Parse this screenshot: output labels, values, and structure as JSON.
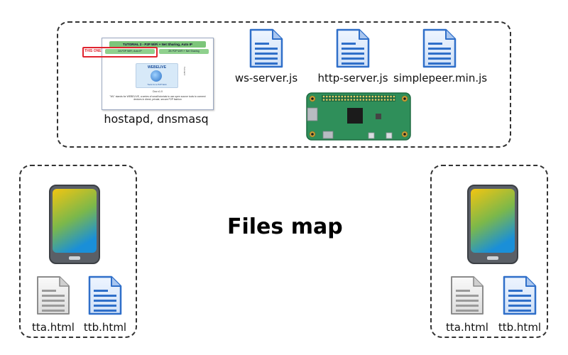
{
  "title": "Files map",
  "server": {
    "tutorial_thumb": {
      "heading": "TUTORIAL 2 - P2P WiFi + Net Sharing, Auto IP",
      "this_one": "THIS ONE",
      "option_a": "2A  P2P WiFi, Auto IP",
      "option_b": "2B  P2P WiFi + Net Sharing",
      "logo_word": "WEBELIVE",
      "logo_caption": "Tools for a P2P Web",
      "side_text": "Tutorial 2",
      "version": "Doc v1.0",
      "note": "\"WL\" stands for WEBELIVE, a series of small tutorials to use open source tools to connect devices in direct, private, secure P2P fashion"
    },
    "hostapd_label": "hostapd, dnsmasq",
    "files": [
      {
        "name": "ws-server.js",
        "icon": "blue-document-icon"
      },
      {
        "name": "http-server.js",
        "icon": "blue-document-icon"
      },
      {
        "name": "simplepeer.min.js",
        "icon": "blue-document-icon"
      }
    ],
    "device_icon": "raspberry-pi-zero-board"
  },
  "client_left": {
    "device_icon": "smartphone-icon",
    "files": [
      {
        "name": "tta.html",
        "icon": "gray-document-icon"
      },
      {
        "name": "ttb.html",
        "icon": "blue-document-icon"
      }
    ]
  },
  "client_right": {
    "device_icon": "smartphone-icon",
    "files": [
      {
        "name": "tta.html",
        "icon": "gray-document-icon"
      },
      {
        "name": "ttb.html",
        "icon": "blue-document-icon"
      }
    ]
  },
  "colors": {
    "border": "#333333",
    "doc_blue": "#2f6fc9",
    "doc_gray": "#9a9a9a",
    "pcb_green": "#2f8f5a",
    "phone_top": "#f0c419",
    "phone_bottom": "#1b8fd6",
    "highlight_red": "#e0242f"
  }
}
